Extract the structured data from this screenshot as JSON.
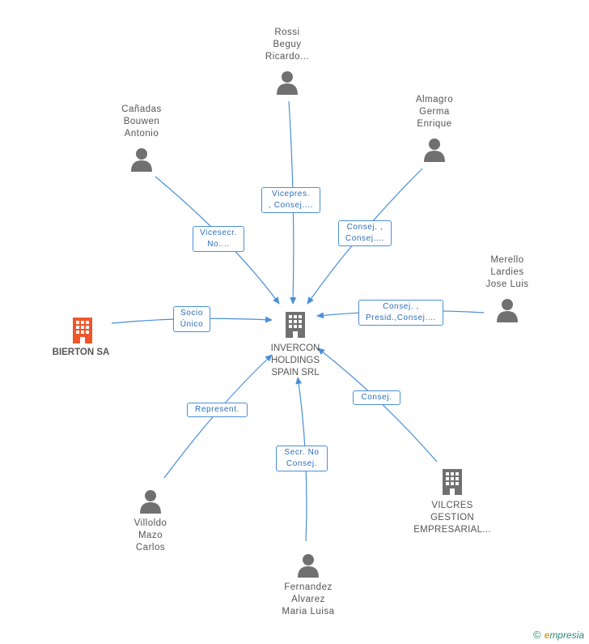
{
  "colors": {
    "edge": "#4a90d9",
    "node_icon": "#707070",
    "highlight": "#f0552a",
    "label": "#555555",
    "rel_text": "#2a6ebb"
  },
  "nodes": {
    "center": {
      "label": "INVERCON\nHOLDINGS\nSPAIN SRL",
      "icon": "building-icon"
    },
    "rossi": {
      "label": "Rossi\nBeguy\nRicardo...",
      "icon": "person-icon"
    },
    "canadas": {
      "label": "Cañadas\nBouwen\nAntonio",
      "icon": "person-icon"
    },
    "almagro": {
      "label": "Almagro\nGerma\nEnrique",
      "icon": "person-icon"
    },
    "merello": {
      "label": "Merello\nLardies\nJose Luis",
      "icon": "person-icon"
    },
    "bierton": {
      "label": "BIERTON SA",
      "icon": "building-icon"
    },
    "villoldo": {
      "label": "Villoldo\nMazo\nCarlos",
      "icon": "person-icon"
    },
    "fernandez": {
      "label": "Fernandez\nAlvarez\nMaria Luisa",
      "icon": "person-icon"
    },
    "vilcres": {
      "label": "VILCRES\nGESTION\nEMPRESARIAL...",
      "icon": "building-icon"
    }
  },
  "relations": {
    "rossi": "Vicepres.\n, Consej....",
    "canadas": "Vicesecr.\nNo....",
    "almagro": "Consej. ,\nConsej....",
    "merello": "Consej. ,\nPresid.,Consej....",
    "bierton": "Socio\nÚnico",
    "villoldo": "Represent.",
    "fernandez": "Secr.  No\nConsej.",
    "vilcres": "Consej."
  },
  "footer": {
    "copyright": "©",
    "brand_e": "e",
    "brand_rest": "mpresia"
  }
}
